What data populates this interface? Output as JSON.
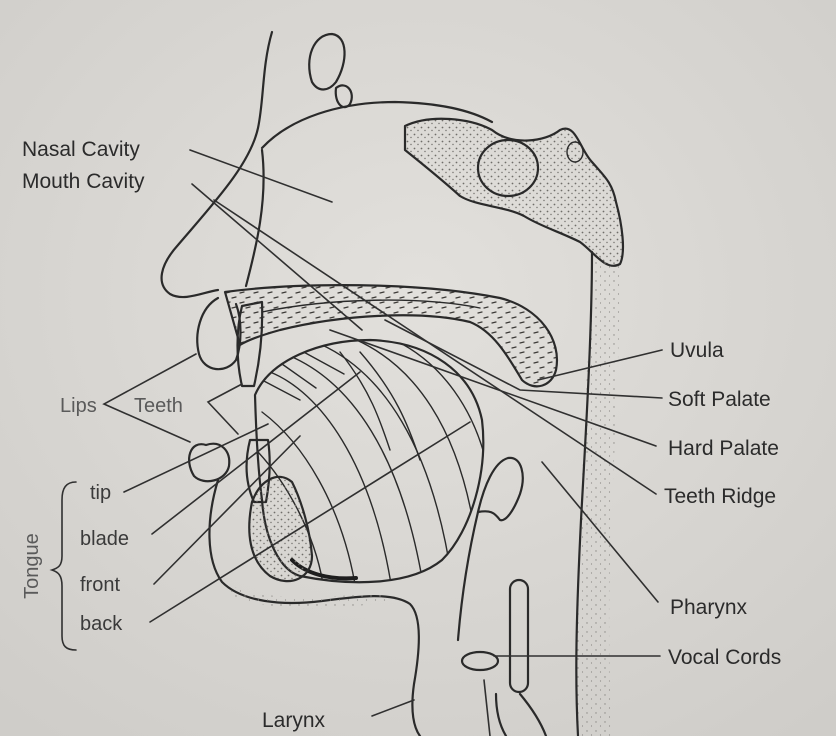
{
  "labels": {
    "nasal_cavity": "Nasal Cavity",
    "mouth_cavity": "Mouth Cavity",
    "uvula": "Uvula",
    "soft_palate": "Soft Palate",
    "hard_palate": "Hard Palate",
    "teeth_ridge": "Teeth Ridge",
    "pharynx": "Pharynx",
    "vocal_cords": "Vocal Cords",
    "larynx": "Larynx",
    "lips": "Lips",
    "teeth": "Teeth",
    "tongue": "Tongue",
    "tongue_parts": {
      "tip": "tip",
      "blade": "blade",
      "front": "front",
      "back": "back"
    }
  },
  "colors": {
    "paper": "#d9d7d3",
    "ink": "#2a2a2a",
    "stipple": "#8a8884"
  }
}
